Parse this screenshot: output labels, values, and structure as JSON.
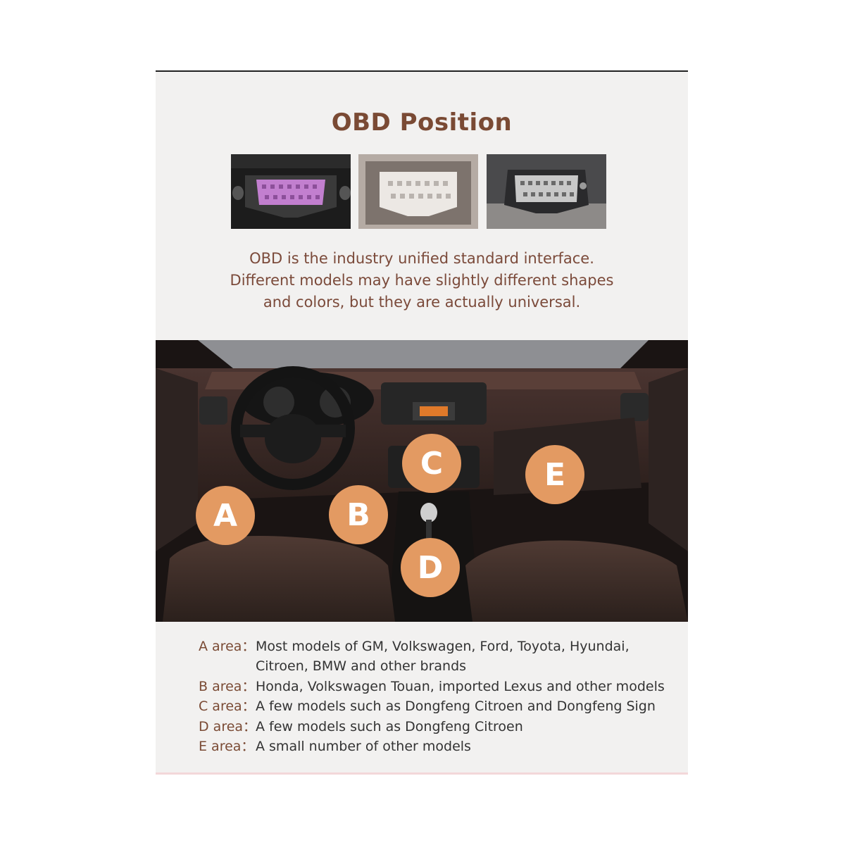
{
  "title": "OBD Position",
  "description": [
    "OBD is the industry unified standard interface.",
    "Different models may have slightly different shapes",
    "and colors, but they are actually universal."
  ],
  "areas": {
    "A": "A",
    "B": "B",
    "C": "C",
    "D": "D",
    "E": "E"
  },
  "legend": [
    {
      "label": "A area：",
      "text": "Most models of GM, Volkswagen, Ford, Toyota, Hyundai,",
      "cont": "Citroen, BMW and other brands"
    },
    {
      "label": "B area：",
      "text": "Honda, Volkswagen Touan, imported Lexus and other models"
    },
    {
      "label": "C area：",
      "text": "A few models such as Dongfeng Citroen and Dongfeng Sign"
    },
    {
      "label": "D area：",
      "text": "A few models such as Dongfeng Citroen"
    },
    {
      "label": "E area：",
      "text": "A small number of other models"
    }
  ],
  "colors": {
    "title": "#7a4a34",
    "marker": "#e39a62",
    "connector_1": "#c27fcf",
    "connector_2": "#ece8e4",
    "connector_3": "#c8c8c8",
    "interior": "#3a2723"
  }
}
